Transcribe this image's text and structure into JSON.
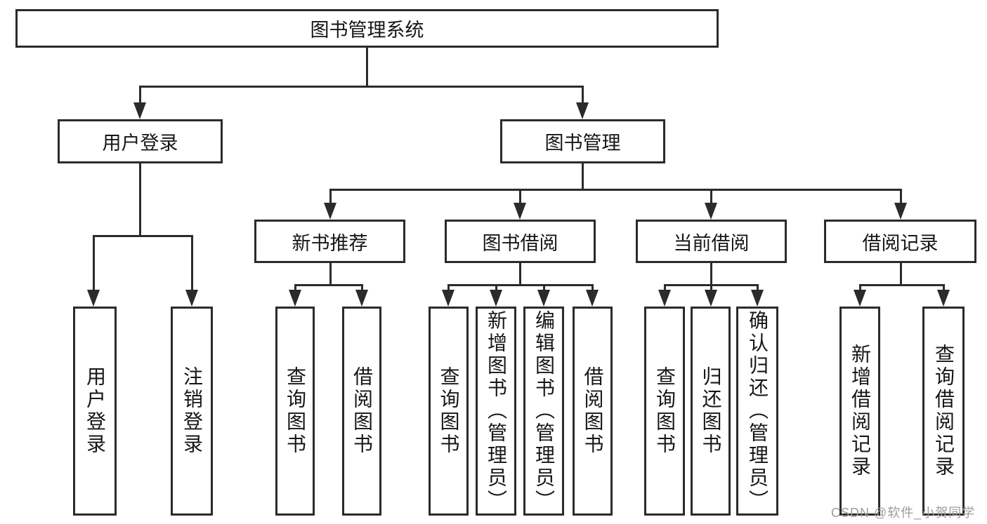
{
  "watermark": "CSDN @软件_小贺同学",
  "colors": {
    "line": "#2b2b2b",
    "text": "#161616",
    "watermark": "#9c9c9c",
    "background": "#ffffff"
  },
  "tree": {
    "root": {
      "label": "图书管理系统"
    },
    "level2": [
      {
        "label": "用户登录",
        "children": [
          {
            "label": "用户登录"
          },
          {
            "label": "注销登录"
          }
        ]
      },
      {
        "label": "图书管理",
        "children": [
          {
            "label": "新书推荐",
            "children": [
              {
                "label": "查询图书"
              },
              {
                "label": "借阅图书"
              }
            ]
          },
          {
            "label": "图书借阅",
            "children": [
              {
                "label": "查询图书"
              },
              {
                "label": "新增图书（管理员）"
              },
              {
                "label": "编辑图书（管理员）"
              },
              {
                "label": "借阅图书"
              }
            ]
          },
          {
            "label": "当前借阅",
            "children": [
              {
                "label": "查询图书"
              },
              {
                "label": "归还图书"
              },
              {
                "label": "确认归还（管理员）"
              }
            ]
          },
          {
            "label": "借阅记录",
            "children": [
              {
                "label": "新增借阅记录"
              },
              {
                "label": "查询借阅记录"
              }
            ]
          }
        ]
      }
    ]
  }
}
